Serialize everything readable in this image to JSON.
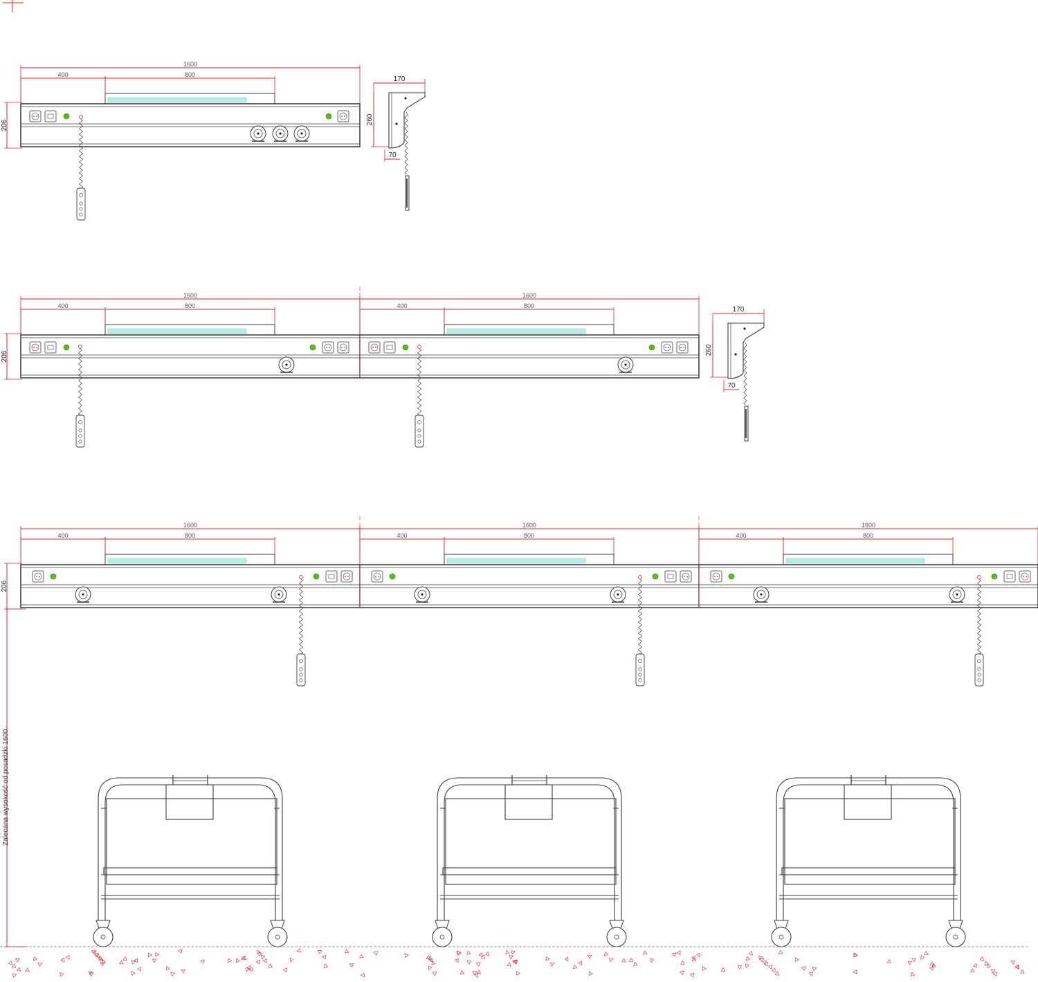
{
  "drawing": {
    "colors": {
      "dimension": "#e8202a",
      "outline": "#3a3a3a",
      "led": "#b8ece6",
      "green_indicator": "#5cb820",
      "floor_hatch": "#e8202a"
    },
    "unit_dims": {
      "length": "1600",
      "offset": "400",
      "light": "800",
      "height": "206"
    },
    "side_view_dims": {
      "width": "170",
      "height": "260",
      "bottom": "70"
    },
    "height_note": "Zalecana wysokość od posadzki 1600",
    "rows": [
      {
        "name": "row-1-single",
        "units": 1,
        "has_side_view": true
      },
      {
        "name": "row-2-double",
        "units": 2,
        "has_side_view": true
      },
      {
        "name": "row-3-triple",
        "units": 3,
        "has_side_view": false,
        "has_beds": true
      }
    ]
  }
}
